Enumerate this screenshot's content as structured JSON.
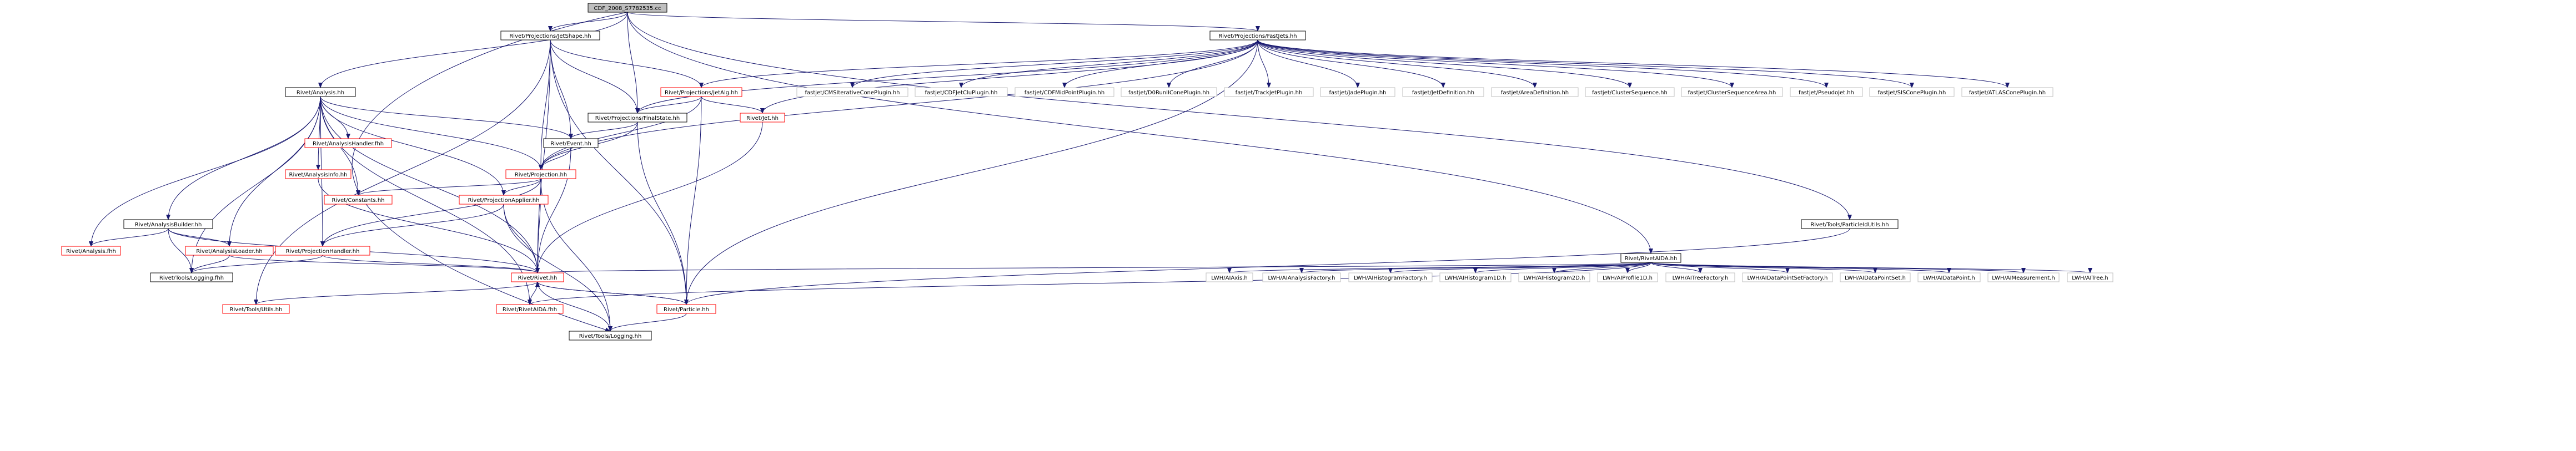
{
  "graph": {
    "colors": {
      "root_fill": "#bfbfbf",
      "node_fill": "#ffffff",
      "border_black": "#000000",
      "border_red": "#ff0000",
      "border_gray": "#bfbfbf",
      "edge": "#191970"
    },
    "nodes": [
      {
        "id": "root",
        "label": "CDF_2008_S7782535.cc",
        "style": "root"
      },
      {
        "id": "jetshape",
        "label": "Rivet/Projections/JetShape.hh",
        "style": "black"
      },
      {
        "id": "fastjets",
        "label": "Rivet/Projections/FastJets.hh",
        "style": "black"
      },
      {
        "id": "analysis",
        "label": "Rivet/Analysis.hh",
        "style": "black"
      },
      {
        "id": "jetalg",
        "label": "Rivet/Projections/JetAlg.hh",
        "style": "red"
      },
      {
        "id": "finalstate",
        "label": "Rivet/Projections/FinalState.hh",
        "style": "black"
      },
      {
        "id": "jet",
        "label": "Rivet/Jet.hh",
        "style": "red"
      },
      {
        "id": "event",
        "label": "Rivet/Event.hh",
        "style": "black"
      },
      {
        "id": "analysishandler",
        "label": "Rivet/AnalysisHandler.fhh",
        "style": "red"
      },
      {
        "id": "analysisinfo",
        "label": "Rivet/AnalysisInfo.hh",
        "style": "red"
      },
      {
        "id": "projection",
        "label": "Rivet/Projection.hh",
        "style": "red"
      },
      {
        "id": "constants",
        "label": "Rivet/Constants.hh",
        "style": "red"
      },
      {
        "id": "projapplier",
        "label": "Rivet/ProjectionApplier.hh",
        "style": "red"
      },
      {
        "id": "analysisbuilder",
        "label": "Rivet/AnalysisBuilder.hh",
        "style": "black"
      },
      {
        "id": "analysisfhh",
        "label": "Rivet/Analysis.fhh",
        "style": "red"
      },
      {
        "id": "analysisloader",
        "label": "Rivet/AnalysisLoader.hh",
        "style": "red"
      },
      {
        "id": "projhandler",
        "label": "Rivet/ProjectionHandler.hh",
        "style": "red"
      },
      {
        "id": "toolslogfhh",
        "label": "Rivet/Tools/Logging.fhh",
        "style": "black"
      },
      {
        "id": "rivethh",
        "label": "Rivet/Rivet.hh",
        "style": "red"
      },
      {
        "id": "toolsutils",
        "label": "Rivet/Tools/Utils.hh",
        "style": "red"
      },
      {
        "id": "rivetaidafhh",
        "label": "Rivet/RivetAIDA.fhh",
        "style": "red"
      },
      {
        "id": "particle",
        "label": "Rivet/Particle.hh",
        "style": "red"
      },
      {
        "id": "toolsloghh",
        "label": "Rivet/Tools/Logging.hh",
        "style": "black"
      },
      {
        "id": "fj_cms",
        "label": "fastjet/CMSIterativeConePlugin.hh",
        "style": "gray"
      },
      {
        "id": "fj_cdfjetclu",
        "label": "fastjet/CDFJetCluPlugin.hh",
        "style": "gray"
      },
      {
        "id": "fj_cdfmid",
        "label": "fastjet/CDFMidPointPlugin.hh",
        "style": "gray"
      },
      {
        "id": "fj_d0",
        "label": "fastjet/D0RunIIConePlugin.hh",
        "style": "gray"
      },
      {
        "id": "fj_trackjet",
        "label": "fastjet/TrackJetPlugin.hh",
        "style": "gray"
      },
      {
        "id": "fj_jade",
        "label": "fastjet/JadePlugin.hh",
        "style": "gray"
      },
      {
        "id": "fj_jetdef",
        "label": "fastjet/JetDefinition.hh",
        "style": "gray"
      },
      {
        "id": "fj_areadef",
        "label": "fastjet/AreaDefinition.hh",
        "style": "gray"
      },
      {
        "id": "fj_clseq",
        "label": "fastjet/ClusterSequence.hh",
        "style": "gray"
      },
      {
        "id": "fj_clseqarea",
        "label": "fastjet/ClusterSequenceArea.hh",
        "style": "gray"
      },
      {
        "id": "fj_pseudojet",
        "label": "fastjet/PseudoJet.hh",
        "style": "gray"
      },
      {
        "id": "fj_siscone",
        "label": "fastjet/SISConePlugin.hh",
        "style": "gray"
      },
      {
        "id": "fj_atlas",
        "label": "fastjet/ATLASConePlugin.hh",
        "style": "gray"
      },
      {
        "id": "particleidutils",
        "label": "Rivet/Tools/ParticleIdUtils.hh",
        "style": "black"
      },
      {
        "id": "rivetaidahh",
        "label": "Rivet/RivetAIDA.hh",
        "style": "black"
      },
      {
        "id": "lwh_axis",
        "label": "LWH/AIAxis.h",
        "style": "gray"
      },
      {
        "id": "lwh_anafac",
        "label": "LWH/AIAnalysisFactory.h",
        "style": "gray"
      },
      {
        "id": "lwh_histfac",
        "label": "LWH/AIHistogramFactory.h",
        "style": "gray"
      },
      {
        "id": "lwh_h1d",
        "label": "LWH/AIHistogram1D.h",
        "style": "gray"
      },
      {
        "id": "lwh_h2d",
        "label": "LWH/AIHistogram2D.h",
        "style": "gray"
      },
      {
        "id": "lwh_p1d",
        "label": "LWH/AIProfile1D.h",
        "style": "gray"
      },
      {
        "id": "lwh_treefac",
        "label": "LWH/AITreeFactory.h",
        "style": "gray"
      },
      {
        "id": "lwh_dpsfac",
        "label": "LWH/AIDataPointSetFactory.h",
        "style": "gray"
      },
      {
        "id": "lwh_dps",
        "label": "LWH/AIDataPointSet.h",
        "style": "gray"
      },
      {
        "id": "lwh_dp",
        "label": "LWH/AIDataPoint.h",
        "style": "gray"
      },
      {
        "id": "lwh_meas",
        "label": "LWH/AIMeasurement.h",
        "style": "gray"
      },
      {
        "id": "lwh_tree",
        "label": "LWH/AITree.h",
        "style": "gray"
      }
    ]
  }
}
